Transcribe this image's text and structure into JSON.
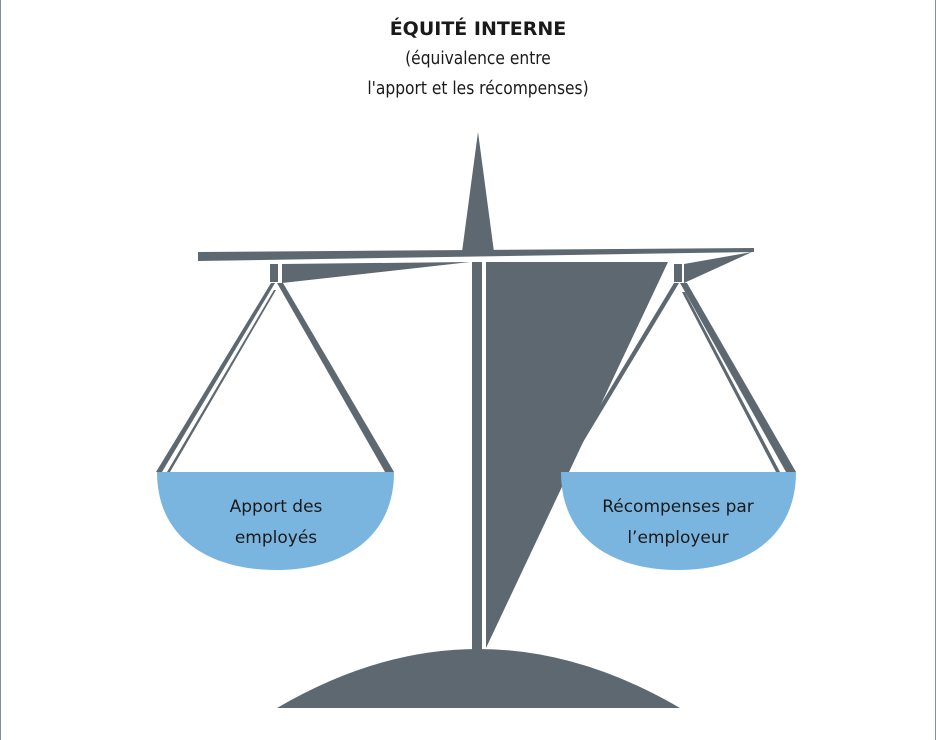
{
  "title": {
    "heading": "ÉQUITÉ INTERNE",
    "subtitle_line1": "(équivalence entre",
    "subtitle_line2": "l'apport et les récompenses)"
  },
  "left_pan": {
    "line1": "Apport des",
    "line2": "employés"
  },
  "right_pan": {
    "line1": "Récompenses par",
    "line2": "l’employeur"
  },
  "colors": {
    "structure": "#5d6870",
    "pan": "#7ab5e0",
    "text": "#1a1a1a",
    "frame": "#7f8f9b"
  }
}
